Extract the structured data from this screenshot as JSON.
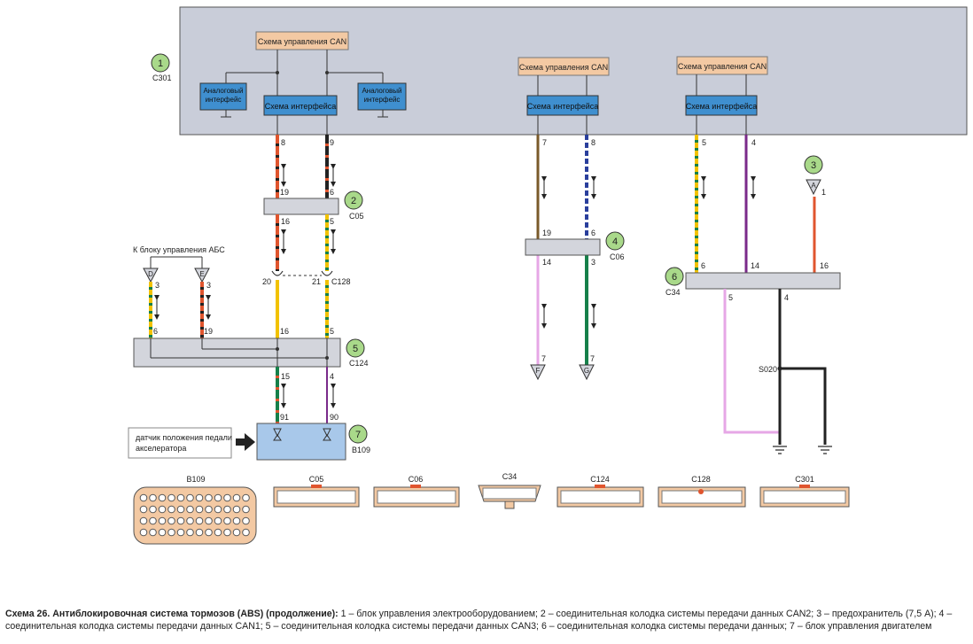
{
  "colors": {
    "module_fill": "#c9cdd9",
    "can_label_fill": "#f3c9a3",
    "interface_fill": "#3f8fcf",
    "analog_fill": "#3f8fcf",
    "connector_fill": "#d3d5dc",
    "badge_fill": "#a9d98a",
    "wire_red": "#e0552e",
    "wire_black": "#222222",
    "wire_yellow": "#f2c200",
    "wire_green": "#16804a",
    "wire_pink": "#e6a7e6",
    "wire_brown": "#7a5a2a",
    "wire_blue": "#2a3f9c",
    "wire_violet": "#7a2a8a"
  },
  "modules": {
    "m1": {
      "badge": "1",
      "code": "C301",
      "can_label": "Схема управления CAN",
      "interface_label": "Схема интерфейса",
      "analog_left": [
        "Аналоговый",
        "интерфейс"
      ],
      "analog_right": [
        "Аналоговый",
        "интерфейс"
      ],
      "pins": [
        "8",
        "9"
      ]
    },
    "m_can2": {
      "can_label": "Схема управления CAN",
      "interface_label": "Схема интерфейса",
      "pins": [
        "7",
        "8"
      ]
    },
    "m_can3": {
      "can_label": "Схема управления CAN",
      "interface_label": "Схема интерфейса",
      "pins": [
        "5",
        "4"
      ]
    }
  },
  "connectors": {
    "c05": {
      "badge": "2",
      "code": "C05",
      "pins_top": [
        "19",
        "6"
      ],
      "pins_bottom": [
        "16",
        "5"
      ]
    },
    "c128": {
      "code": "C128",
      "pins": [
        "20",
        "21"
      ]
    },
    "c124": {
      "badge": "5",
      "code": "C124",
      "pins_top": [
        "6",
        "19",
        "16",
        "5"
      ],
      "pins_bottom": [
        "15",
        "4"
      ]
    },
    "c06": {
      "badge": "4",
      "code": "C06",
      "pins_top": [
        "19",
        "6"
      ],
      "pins_bottom": [
        "14",
        "3"
      ]
    },
    "c34": {
      "badge": "6",
      "code": "C34",
      "pins_top": [
        "6",
        "14",
        "16"
      ],
      "pins_bottom": [
        "5",
        "4"
      ]
    }
  },
  "fuse": {
    "badge": "3",
    "letter": "A",
    "pin": "1"
  },
  "abs_label": "К блоку управления АБС",
  "terminals": {
    "d": {
      "letter": "D",
      "pin": "3"
    },
    "e": {
      "letter": "E",
      "pin": "3"
    },
    "f": {
      "letter": "F",
      "pin": "7"
    },
    "g": {
      "letter": "G",
      "pin": "7"
    }
  },
  "engine_unit": {
    "badge": "7",
    "code": "B109",
    "pins": [
      "91",
      "90"
    ],
    "sensor_label": [
      "датчик положения педали",
      "акселератора"
    ]
  },
  "splice": "S020",
  "footprints": {
    "b109": "B109",
    "c05": "C05",
    "c06": "C06",
    "c34": "C34",
    "c124": "C124",
    "c128": "C128",
    "c301": "C301"
  },
  "caption": {
    "title": "Схема 26. Антиблокировочная система тормозов (ABS) (продолжение):",
    "body": " 1 – блок управления электрооборудованием; 2 – соединительная колодка системы передачи данных CAN2; 3 – предохранитель (7,5 А); 4 – соединительная колодка системы передачи данных CAN1; 5 – соединительная колодка системы передачи данных CAN3; 6 – соединительная колодка системы передачи данных; 7 – блок управления двигателем"
  }
}
